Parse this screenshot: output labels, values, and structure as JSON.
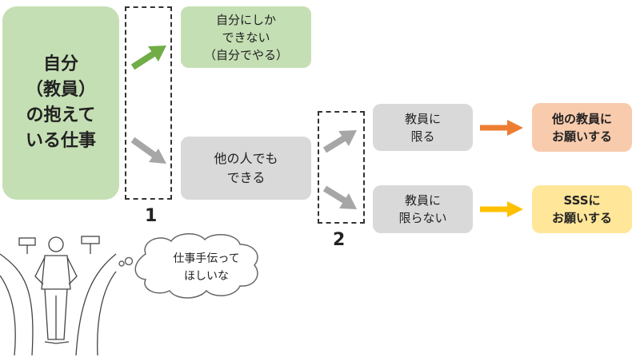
{
  "main": {
    "text": "自分\n（教員）\nの抱えて\nいる仕事"
  },
  "branch1": {
    "label": "1",
    "self": "自分にしか\nできない\n（自分でやる）",
    "others": "他の人でも\nできる"
  },
  "branch2": {
    "label": "2",
    "teacher_only": "教員に\n限る",
    "not_teacher_only": "教員に\n限らない"
  },
  "outcomes": {
    "ask_teacher": "他の教員に\nお願いする",
    "ask_sss": "SSSに\nお願いする"
  },
  "thought": "仕事手伝って\nほしいな",
  "colors": {
    "green_box": "#c5dfb4",
    "gray_box": "#d9d9d9",
    "orange_box": "#f8cbad",
    "yellow_box": "#ffe699",
    "green_arrow": "#70ad47",
    "gray_arrow": "#a6a6a6",
    "orange_arrow": "#ed7d31",
    "yellow_arrow": "#ffc000"
  },
  "icons": [
    "person-at-crossroads-illustration",
    "thought-cloud"
  ]
}
